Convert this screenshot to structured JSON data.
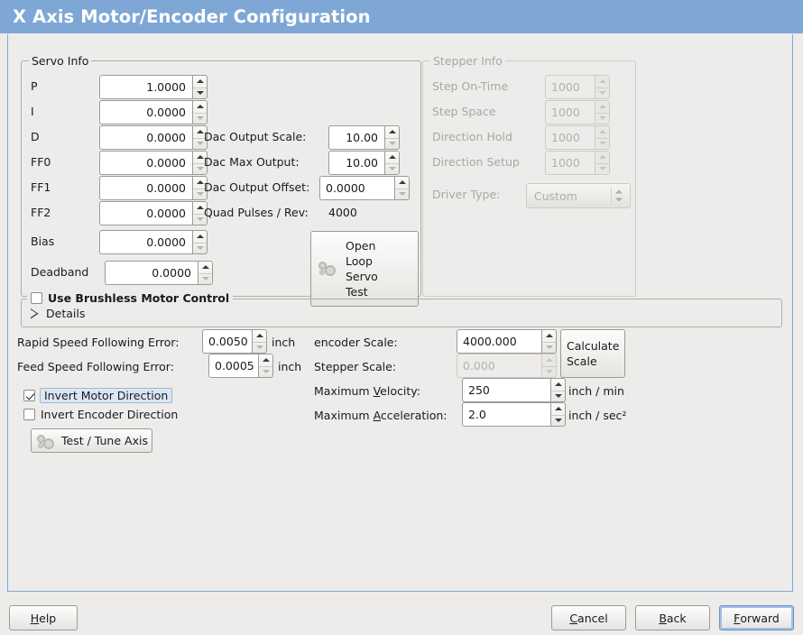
{
  "window": {
    "title": "X Axis Motor/Encoder Configuration",
    "title_bar_color": "#7ea7d6",
    "background_color": "#edecea"
  },
  "servo_info": {
    "legend": "Servo Info",
    "enabled": true,
    "rows": [
      {
        "label": "P",
        "value": "1.0000"
      },
      {
        "label": "I",
        "value": "0.0000"
      },
      {
        "label": "D",
        "value": "0.0000"
      },
      {
        "label": "FF0",
        "value": "0.0000"
      },
      {
        "label": "FF1",
        "value": "0.0000"
      },
      {
        "label": "FF2",
        "value": "0.0000"
      },
      {
        "label": "Bias",
        "value": "0.0000"
      },
      {
        "label": "Deadband",
        "value": "0.0000"
      }
    ],
    "dac": [
      {
        "label": "Dac Output Scale:",
        "value": "10.00"
      },
      {
        "label": "Dac Max Output:",
        "value": "10.00"
      },
      {
        "label": "Dac Output Offset:",
        "value": "0.0000"
      }
    ],
    "quad_pulses_label": "Quad Pulses / Rev:",
    "quad_pulses_value": "4000",
    "open_loop_button": {
      "line1": "Open",
      "line2": "Loop",
      "line3": "Servo",
      "line4": "Test",
      "icon": "gears-icon"
    }
  },
  "stepper_info": {
    "legend": "Stepper Info",
    "enabled": false,
    "rows": [
      {
        "label": "Step On-Time",
        "value": "1000"
      },
      {
        "label": "Step Space",
        "value": "1000"
      },
      {
        "label": "Direction Hold",
        "value": "1000"
      },
      {
        "label": "Direction Setup",
        "value": "1000"
      }
    ],
    "driver_type_label": "Driver Type:",
    "driver_type_value": "Custom"
  },
  "brushless": {
    "checkbox_label": "Use Brushless Motor Control",
    "checked": false,
    "details_label": "Details",
    "details_expanded": false
  },
  "following_error": {
    "rapid_label": "Rapid Speed Following Error:",
    "rapid_value": "0.0050",
    "rapid_units": "inch",
    "feed_label": "Feed Speed Following Error:",
    "feed_value": "0.0005",
    "feed_units": "inch"
  },
  "invert": {
    "motor_label": "Invert Motor Direction",
    "motor_checked": true,
    "motor_focused": true,
    "encoder_label": "Invert Encoder Direction",
    "encoder_checked": false
  },
  "test_tune_button": {
    "label": "Test / Tune Axis",
    "icon": "gears-icon"
  },
  "scales": {
    "encoder_label": "encoder Scale:",
    "encoder_value": "4000.000",
    "encoder_enabled": true,
    "stepper_label": "Stepper Scale:",
    "stepper_value": "0.000",
    "stepper_enabled": false,
    "calculate_button_line1": "Calculate",
    "calculate_button_line2": "Scale",
    "max_velocity_label_pre": "Maximum ",
    "max_velocity_label_mn": "V",
    "max_velocity_label_post": "elocity:",
    "max_velocity_value": "250",
    "max_velocity_units": "inch / min",
    "max_accel_label_pre": "Maximum ",
    "max_accel_label_mn": "A",
    "max_accel_label_post": "cceleration:",
    "max_accel_value": "2.0",
    "max_accel_units": "inch / sec²"
  },
  "actions": {
    "help_pre": "",
    "help_mn": "H",
    "help_post": "elp",
    "cancel_pre": "",
    "cancel_mn": "C",
    "cancel_post": "ancel",
    "back_pre": "",
    "back_mn": "B",
    "back_post": "ack",
    "forward_pre": "",
    "forward_mn": "F",
    "forward_post": "orward",
    "forward_focused": true
  }
}
